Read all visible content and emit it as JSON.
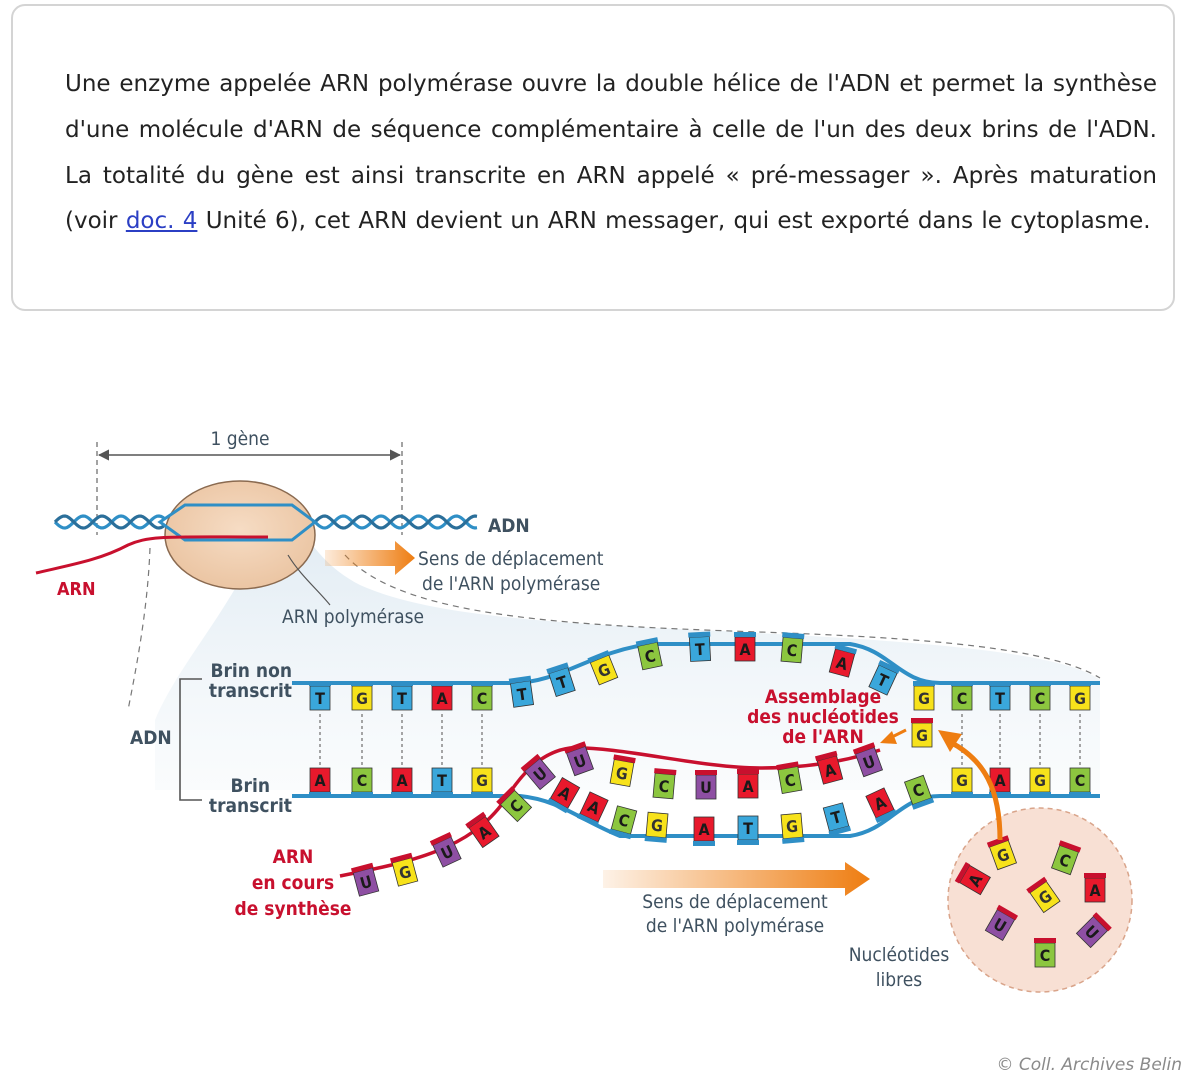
{
  "text_block": {
    "before_link": "Une enzyme appelée ARN polymérase ouvre la double hélice de l'ADN et permet la synthèse d'une molécule d'ARN de séquence complémentaire à celle de l'un des deux brins de l'ADN. La totalité du gène est ainsi transcrite en ARN appelé « pré-messager ». Après maturation (voir ",
    "link_text": "doc. 4",
    "after_link": " Unité 6), cet ARN devient un ARN messager, qui est exporté dans le cytoplasme."
  },
  "diagram": {
    "labels": {
      "gene": "1 gène",
      "adn_top": "ADN",
      "arn_top": "ARN",
      "sens_top_1": "Sens de déplacement",
      "sens_top_2": "de l'ARN polymérase",
      "arn_polymerase": "ARN polymérase",
      "brin_non_transcrit_1": "Brin non",
      "brin_non_transcrit_2": "transcrit",
      "adn_left": "ADN",
      "brin_transcrit_1": "Brin",
      "brin_transcrit_2": "transcrit",
      "assemblage_1": "Assemblage",
      "assemblage_2": "des nucléotides",
      "assemblage_3": "de l'ARN",
      "arn_synthese_1": "ARN",
      "arn_synthese_2": "en cours",
      "arn_synthese_3": "de synthèse",
      "sens_bottom_1": "Sens de déplacement",
      "sens_bottom_2": "de l'ARN polymérase",
      "nucleotides_1": "Nucléotides",
      "nucleotides_2": "libres"
    },
    "non_transcribed_left": [
      "T",
      "G",
      "T",
      "A",
      "C",
      "T",
      "T"
    ],
    "non_transcribed_bulge": [
      "G",
      "C",
      "T",
      "A",
      "C",
      "A",
      "T"
    ],
    "non_transcribed_right": [
      "G",
      "C",
      "T",
      "C",
      "G"
    ],
    "transcribed_left": [
      "A",
      "C",
      "A",
      "T",
      "G"
    ],
    "transcribed_bulge": [
      "A",
      "A",
      "C",
      "G",
      "A",
      "T",
      "G",
      "T",
      "A",
      "C"
    ],
    "transcribed_right": [
      "G",
      "A",
      "G",
      "C"
    ],
    "rna_tail": [
      "U",
      "G",
      "U",
      "A",
      "C"
    ],
    "rna_paired": [
      "U",
      "U",
      "G",
      "C",
      "U",
      "A",
      "C",
      "A",
      "U"
    ],
    "incoming": "G",
    "free_nucleotides": [
      "G",
      "C",
      "A",
      "G",
      "A",
      "U",
      "C",
      "U"
    ],
    "colors": {
      "A": "#e8192c",
      "C": "#8cc63f",
      "G": "#f7e21b",
      "T": "#3aa7db",
      "U": "#8e4fa3",
      "strand": "#2f8fc6",
      "rna": "#c8102e",
      "arrow": "#ee7d11",
      "label_red": "#c8102e",
      "label_blue": "#3f5160"
    }
  },
  "credit": "© Coll. Archives Belin"
}
